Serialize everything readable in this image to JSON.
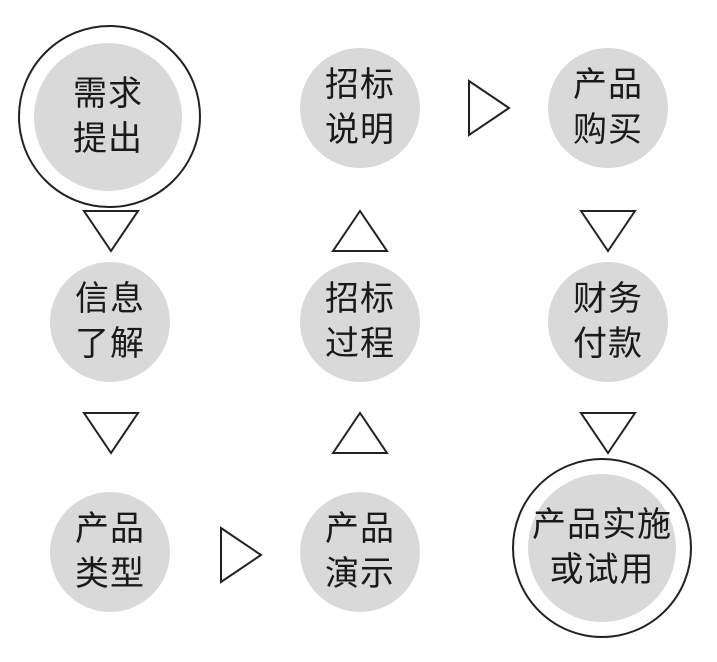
{
  "diagram": {
    "nodes": [
      {
        "id": "need",
        "label": "需求\n提出",
        "start": true
      },
      {
        "id": "info",
        "label": "信息\n了解"
      },
      {
        "id": "types",
        "label": "产品\n类型"
      },
      {
        "id": "demo",
        "label": "产品\n演示"
      },
      {
        "id": "bid-process",
        "label": "招标\n过程"
      },
      {
        "id": "bid-desc",
        "label": "招标\n说明"
      },
      {
        "id": "purchase",
        "label": "产品\n购买"
      },
      {
        "id": "payment",
        "label": "财务\n付款"
      },
      {
        "id": "implement",
        "label": "产品实施\n或试用",
        "end": true
      }
    ],
    "flow": [
      {
        "from": "need",
        "to": "info",
        "direction": "down"
      },
      {
        "from": "info",
        "to": "types",
        "direction": "down"
      },
      {
        "from": "types",
        "to": "demo",
        "direction": "right"
      },
      {
        "from": "demo",
        "to": "bid-process",
        "direction": "up"
      },
      {
        "from": "bid-process",
        "to": "bid-desc",
        "direction": "up"
      },
      {
        "from": "bid-desc",
        "to": "purchase",
        "direction": "right"
      },
      {
        "from": "purchase",
        "to": "payment",
        "direction": "down"
      },
      {
        "from": "payment",
        "to": "implement",
        "direction": "down"
      }
    ],
    "colors": {
      "node_fill": "#d9d9d9",
      "ring_stroke": "#222222",
      "arrow_stroke": "#222222",
      "arrow_fill": "#ffffff"
    }
  }
}
